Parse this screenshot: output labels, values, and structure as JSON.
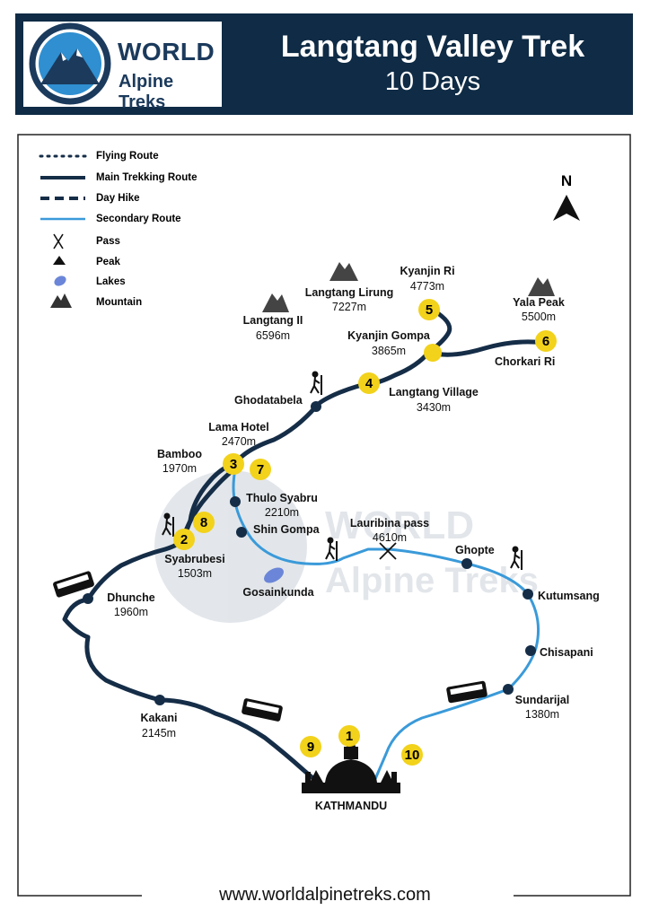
{
  "header": {
    "logo_word": "WORLD",
    "logo_sub": "Alpine Treks",
    "title": "Langtang Valley Trek",
    "subtitle": "10 Days"
  },
  "legend": [
    {
      "label": "Flying Route",
      "icon": "dotted-line"
    },
    {
      "label": "Main Trekking Route",
      "icon": "solid-dark-line"
    },
    {
      "label": "Day Hike",
      "icon": "dashed-line"
    },
    {
      "label": "Secondary Route",
      "icon": "solid-blue-line"
    },
    {
      "label": "Pass",
      "icon": "pass-icon"
    },
    {
      "label": "Peak",
      "icon": "peak-icon"
    },
    {
      "label": "Lakes",
      "icon": "lake-icon"
    },
    {
      "label": "Mountain",
      "icon": "mountain-icon"
    }
  ],
  "north_label": "N",
  "watermark": {
    "line1": "WORLD",
    "line2": "Alpine Treks"
  },
  "mountains": [
    {
      "name": "Langtang Lirung",
      "elev": "7227m"
    },
    {
      "name": "Langtang II",
      "elev": "6596m"
    },
    {
      "name": "Yala Peak",
      "elev": "5500m"
    }
  ],
  "places": {
    "kyanjin_ri": {
      "name": "Kyanjin Ri",
      "elev": "4773m"
    },
    "kyanjin_gompa": {
      "name": "Kyanjin Gompa",
      "elev": "3865m"
    },
    "chorkari_ri": {
      "name": "Chorkari Ri"
    },
    "langtang_village": {
      "name": "Langtang Village",
      "elev": "3430m"
    },
    "ghodatabela": {
      "name": "Ghodatabela"
    },
    "lama_hotel": {
      "name": "Lama Hotel",
      "elev": "2470m"
    },
    "bamboo": {
      "name": "Bamboo",
      "elev": "1970m"
    },
    "thulo_syabru": {
      "name": "Thulo Syabru",
      "elev": "2210m"
    },
    "shin_gompa": {
      "name": "Shin Gompa"
    },
    "lauribina_pass": {
      "name": "Lauribina pass",
      "elev": "4610m"
    },
    "syabrubesi": {
      "name": "Syabrubesi",
      "elev": "1503m"
    },
    "gosainkunda": {
      "name": "Gosainkunda"
    },
    "ghopte": {
      "name": "Ghopte"
    },
    "kutumsang": {
      "name": "Kutumsang"
    },
    "chisapani": {
      "name": "Chisapani"
    },
    "sundarijal": {
      "name": "Sundarijal",
      "elev": "1380m"
    },
    "dhunche": {
      "name": "Dhunche",
      "elev": "1960m"
    },
    "kakani": {
      "name": "Kakani",
      "elev": "2145m"
    },
    "kathmandu": {
      "name": "KATHMANDU"
    }
  },
  "days": [
    "1",
    "2",
    "3",
    "4",
    "5",
    "6",
    "7",
    "8",
    "9",
    "10"
  ],
  "colors": {
    "navy": "#0f2b45",
    "route_dark": "#152d47",
    "route_blue": "#3a9ad9",
    "day_marker": "#f2d21b",
    "lake": "#6b86d8"
  },
  "footer_url": "www.worldalpinetreks.com"
}
